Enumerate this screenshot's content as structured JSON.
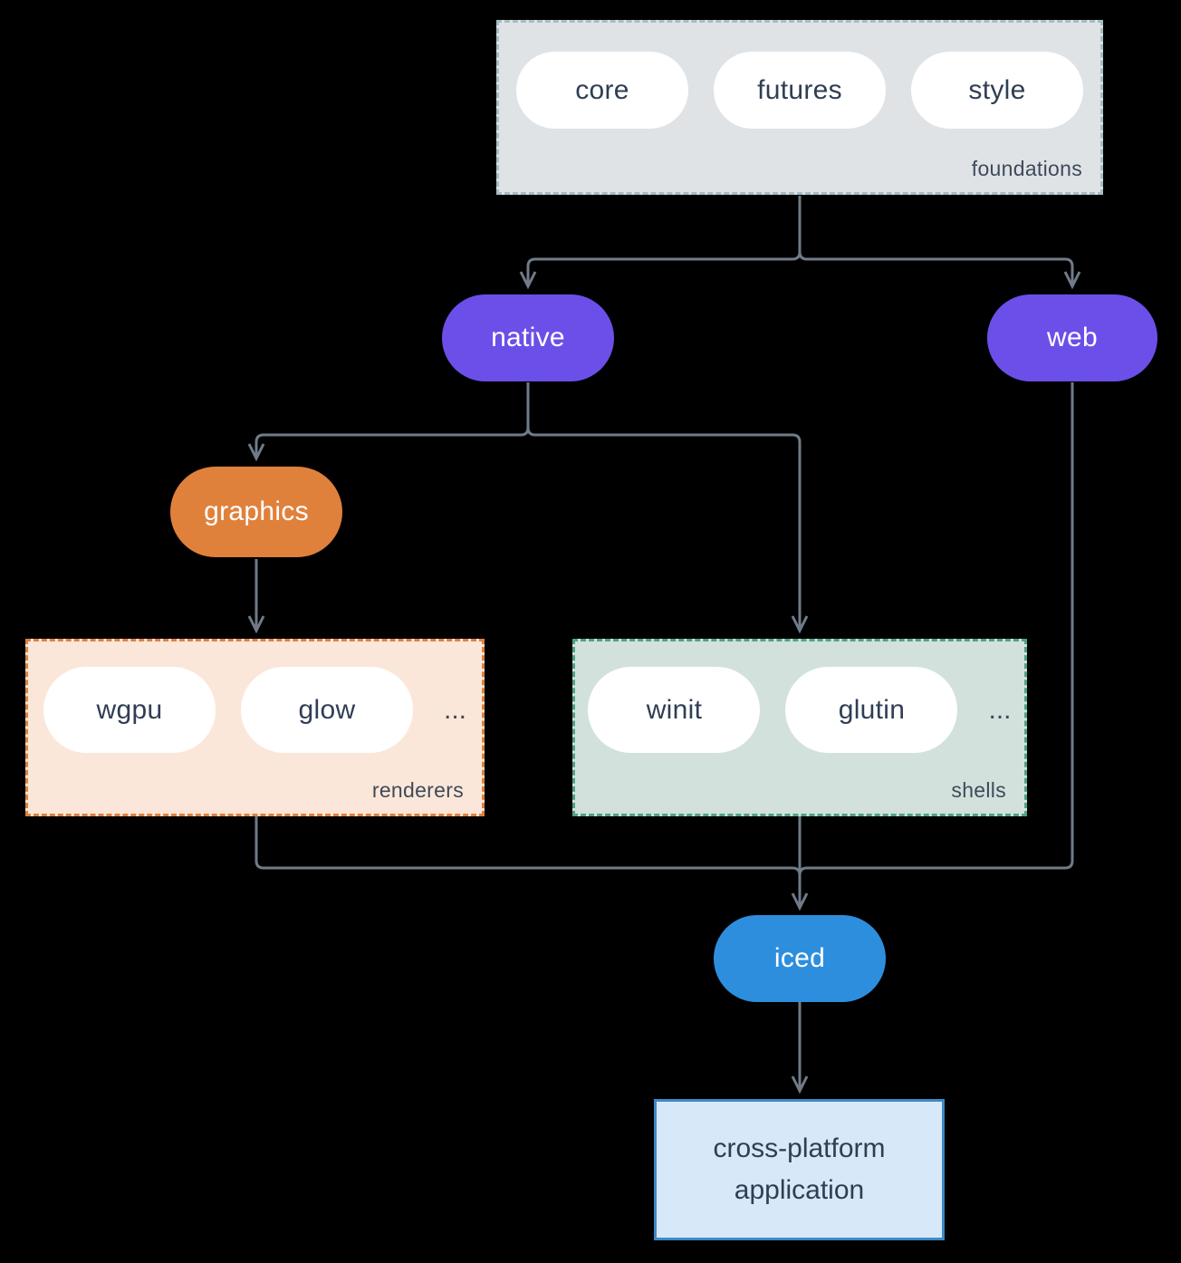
{
  "groups": {
    "foundations": {
      "label": "foundations",
      "pills": [
        "core",
        "futures",
        "style"
      ]
    },
    "renderers": {
      "label": "renderers",
      "pills": [
        "wgpu",
        "glow"
      ],
      "ellipsis": "..."
    },
    "shells": {
      "label": "shells",
      "pills": [
        "winit",
        "glutin"
      ],
      "ellipsis": "..."
    }
  },
  "nodes": {
    "native": "native",
    "web": "web",
    "graphics": "graphics",
    "iced": "iced",
    "application": "cross-platform application"
  },
  "colors": {
    "background": "#000000",
    "purple": "#6C4FE8",
    "orange": "#E0813B",
    "blue": "#2E8EDE",
    "connector": "#6F7B88",
    "foundations_fill": "#DFE3E6",
    "renderers_fill": "#FBE7D9",
    "renderers_border": "#DF8040",
    "shells_fill": "#D2E1DC",
    "shells_border": "#4FA285",
    "application_fill": "#D7E9F9",
    "application_border": "#3F88C5",
    "text_dark": "#2F3E53"
  }
}
